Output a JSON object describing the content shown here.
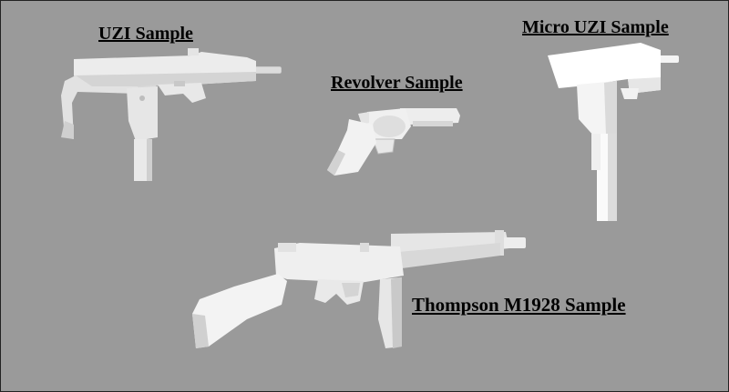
{
  "labels": {
    "uzi": "UZI Sample",
    "micro_uzi": "Micro UZI Sample",
    "revolver": "Revolver Sample",
    "thompson": "Thompson M1928 Sample"
  },
  "colors": {
    "background": "#999999",
    "model_light": "#f2f2f2",
    "model_mid": "#d9d9d9",
    "model_dark": "#b5b5b5"
  },
  "icons": [
    "uzi-model-icon",
    "micro-uzi-model-icon",
    "revolver-model-icon",
    "thompson-model-icon"
  ]
}
